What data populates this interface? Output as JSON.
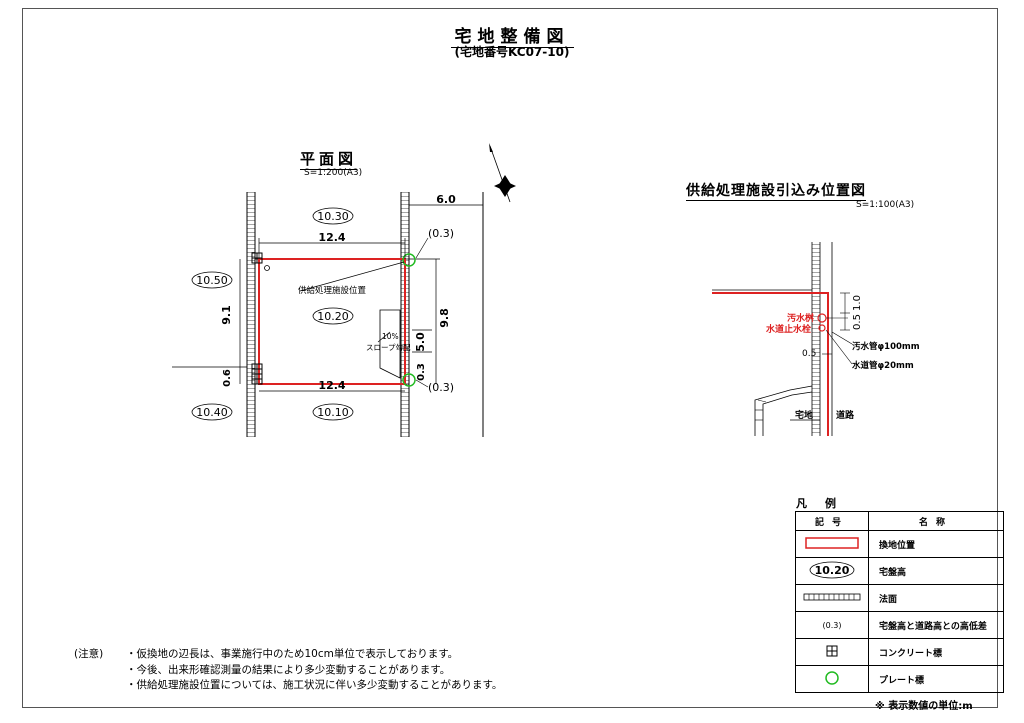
{
  "title": "宅地整備図",
  "subtitle": "(宅地番号KC07-10)",
  "plan": {
    "title": "平面図",
    "scale": "S=1:200(A3)",
    "dims": {
      "top_width": "12.4",
      "bottom_width": "12.4",
      "road_width": "6.0",
      "left_height": "9.1",
      "right_height": "9.8",
      "slope_len": "5.0",
      "bottom_small": "0.6",
      "right_small": "0.3"
    },
    "elevations": {
      "top": "10.30",
      "left_top": "10.50",
      "center": "10.20",
      "left_bottom": "10.40",
      "bottom": "10.10"
    },
    "diffs": {
      "top_right": "(0.3)",
      "bottom_right": "(0.3)"
    },
    "labels": {
      "supply": "供給処理施設位置",
      "slope_pct": "10%",
      "slope_grade": "スロープ勾配"
    }
  },
  "supply": {
    "title": "供給処理施設引込み位置図",
    "scale": "S=1:100(A3)",
    "labels": {
      "sewer_basin": "汚水桝",
      "water_valve": "水道止水栓",
      "sewer_pipe": "汚水管φ100mm",
      "water_pipe": "水道管φ20mm",
      "lot": "宅地",
      "road": "道路",
      "dim_1": "1.0",
      "dim_2": "0.5",
      "dim_3": "0.5"
    }
  },
  "notes": {
    "label": "(注意)",
    "items": [
      "・仮換地の辺長は、事業施行中のため10cm単位で表示しております。",
      "・今後、出来形確認測量の結果により多少変動することがあります。",
      "・供給処理施設位置については、施工状況に伴い多少変動することがあります。"
    ]
  },
  "legend": {
    "title": "凡例",
    "header_symbol": "記号",
    "header_name": "名称",
    "rows": [
      {
        "name": "換地位置"
      },
      {
        "symbol_text": "10.20",
        "name": "宅盤高"
      },
      {
        "name": "法面"
      },
      {
        "symbol_text": "(0.3)",
        "name": "宅盤高と道路高との高低差"
      },
      {
        "name": "コンクリート標"
      },
      {
        "name": "プレート標"
      }
    ],
    "unit_note": "※ 表示数値の単位:m"
  },
  "colors": {
    "boundary": "#dd2222",
    "plate": "#22bb22",
    "line": "#000000"
  }
}
